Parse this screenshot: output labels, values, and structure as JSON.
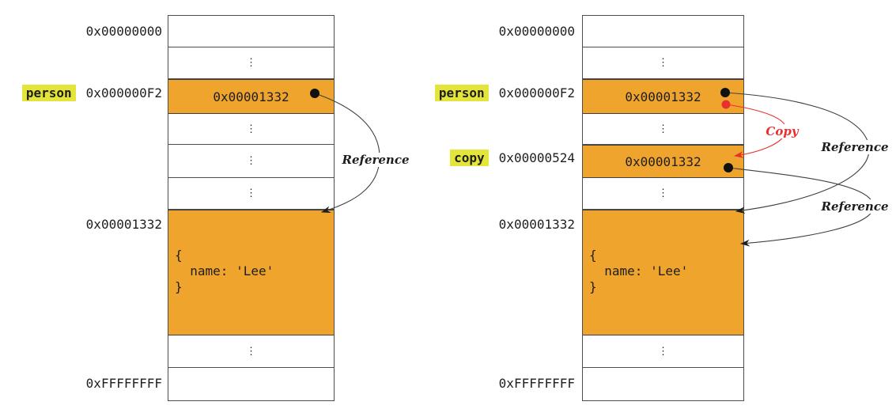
{
  "colors": {
    "cell_orange": "#efa42e",
    "label_highlight": "#e3e53a",
    "copy_red": "#e8312f",
    "line": "#3f3f3f",
    "border": "#4d4d4d"
  },
  "left_diagram": {
    "address_top": "0x00000000",
    "variable": {
      "name": "person",
      "address": "0x000000F2",
      "value": "0x00001332"
    },
    "object": {
      "address": "0x00001332",
      "code": "{\n  name: 'Lee'\n}"
    },
    "address_bottom": "0xFFFFFFFF",
    "ellipsis": "⋮",
    "annotations": {
      "reference": "Reference"
    }
  },
  "right_diagram": {
    "address_top": "0x00000000",
    "person": {
      "name": "person",
      "address": "0x000000F2",
      "value": "0x00001332"
    },
    "copy": {
      "name": "copy",
      "address": "0x00000524",
      "value": "0x00001332"
    },
    "object": {
      "address": "0x00001332",
      "code": "{\n  name: 'Lee'\n}"
    },
    "address_bottom": "0xFFFFFFFF",
    "ellipsis": "⋮",
    "annotations": {
      "copy": "Copy",
      "reference_person": "Reference",
      "reference_copy": "Reference"
    }
  }
}
